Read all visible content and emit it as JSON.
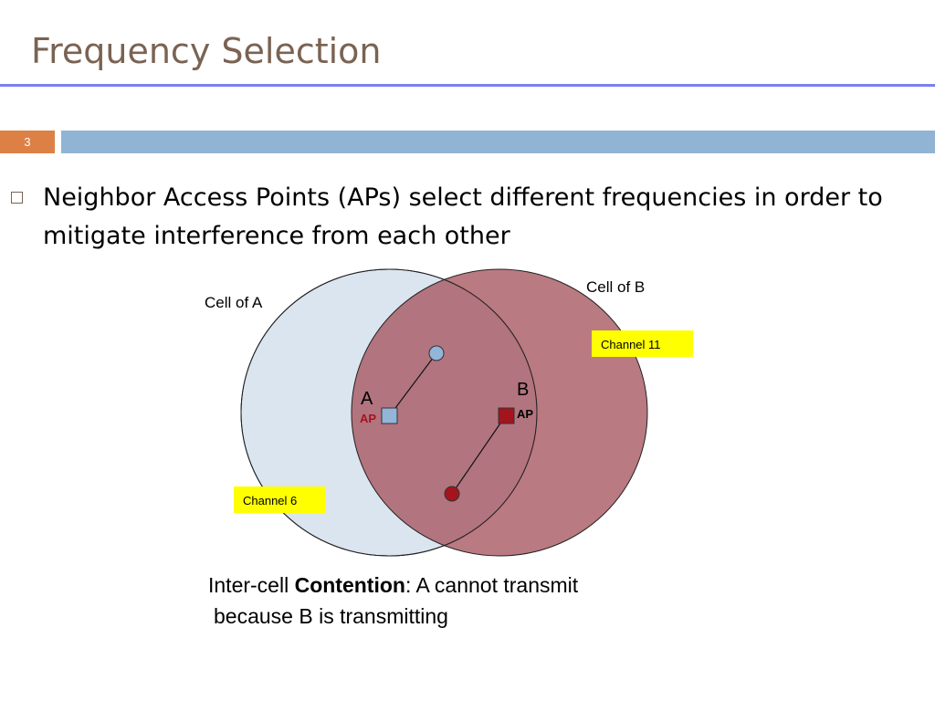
{
  "slide": {
    "title": "Frequency Selection",
    "page_number": "3"
  },
  "bullet": {
    "text": "Neighbor Access Points (APs) select different frequencies in order to mitigate interference from each other"
  },
  "diagram": {
    "cell_a_label": "Cell of A",
    "cell_b_label": "Cell of B",
    "channel_a_label": "Channel 6",
    "channel_b_label": "Channel 11",
    "ap_a_letter": "A",
    "ap_a_tag": "AP",
    "ap_b_letter": "B",
    "ap_b_tag": "AP",
    "colors": {
      "cell_a_fill": "#dae5ef",
      "cell_b_fill": "#a6545f",
      "ap_a": "#93b6d8",
      "ap_b": "#a4141c",
      "ap_tag_text": "#a4141c",
      "channel_box": "#ffff00"
    }
  },
  "caption": {
    "line1_pre": "Inter-cell ",
    "line1_bold": "Contention",
    "line1_post": ": A cannot transmit",
    "line2": "because B is transmitting"
  }
}
